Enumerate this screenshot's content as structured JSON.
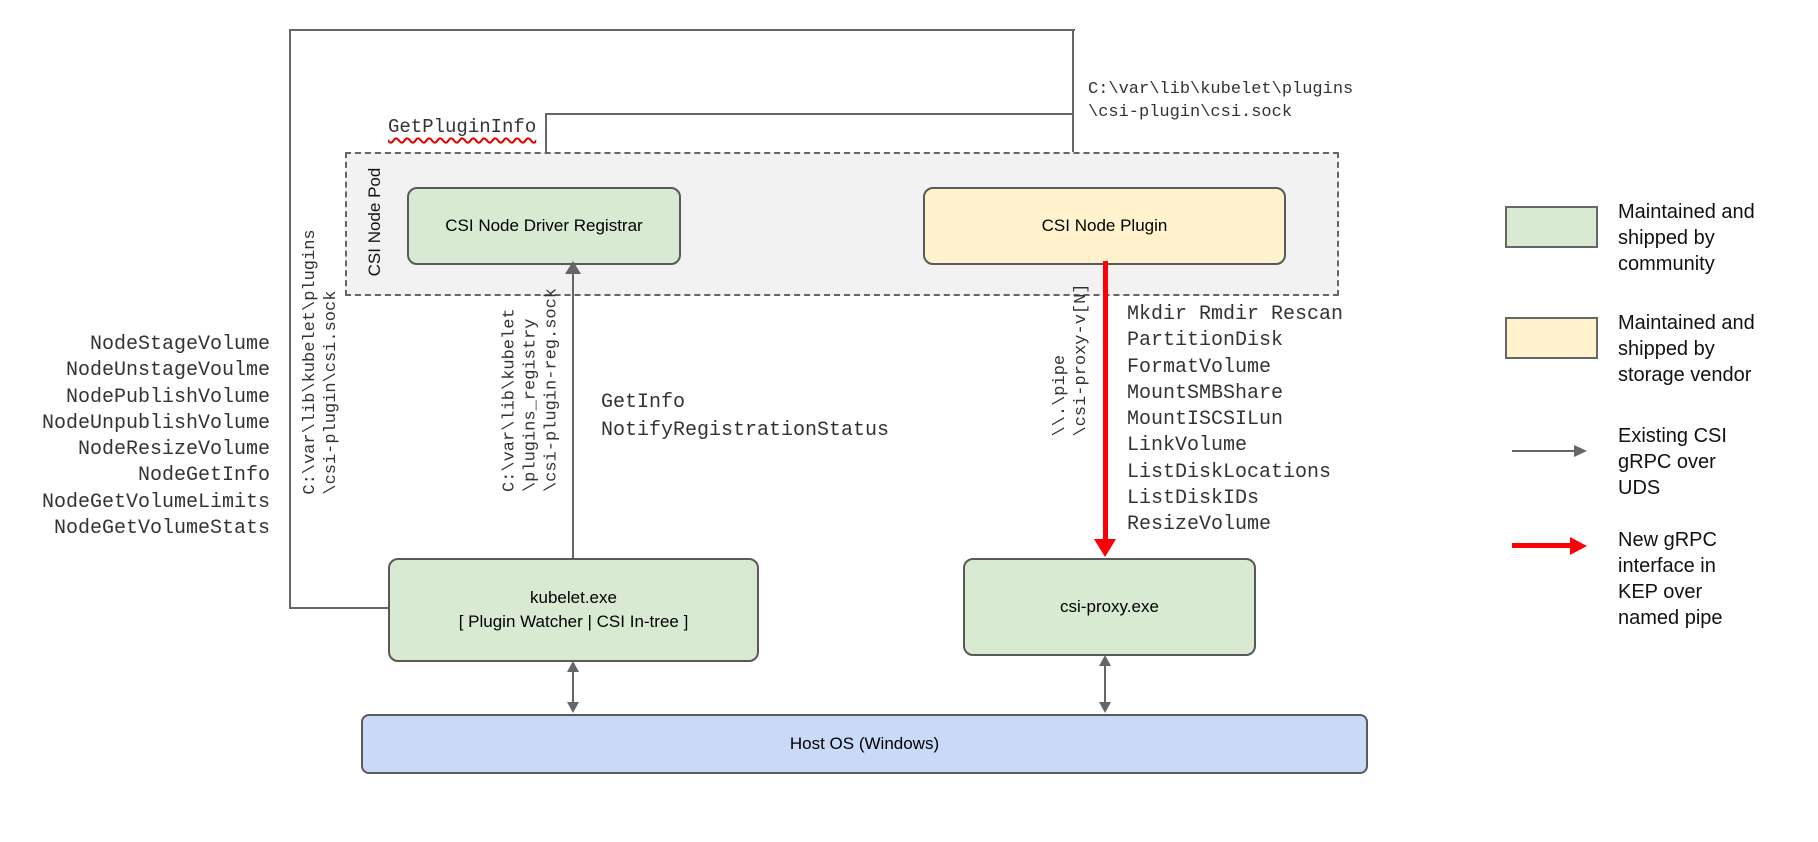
{
  "diagram": {
    "pod": {
      "label": "CSI Node Pod"
    },
    "boxes": {
      "registrar": {
        "label": "CSI Node Driver Registrar"
      },
      "plugin": {
        "label": "CSI Node Plugin"
      },
      "kubelet": {
        "label": "kubelet.exe\n[ Plugin Watcher | CSI In-tree ]"
      },
      "csi_proxy": {
        "label": "csi-proxy.exe"
      },
      "host_os": {
        "label": "Host OS (Windows)"
      }
    },
    "labels": {
      "get_plugin_info": "GetPluginInfo",
      "plugin_socket_path": "C:\\var\\lib\\kubelet\\plugins\n\\csi-plugin\\csi.sock",
      "plugin_socket_path_vertical": "C:\\var\\lib\\kubelet\\plugins\n\\csi-plugin\\csi.sock",
      "registration_socket_path": "C:\\var\\lib\\kubelet\n\\plugins_registry\n\\csi-plugin-reg.sock",
      "named_pipe_path": "\\\\.\\pipe\n\\csi-proxy-v[N]",
      "registration_calls": "GetInfo\nNotifyRegistrationStatus"
    },
    "node_methods": [
      "NodeStageVolume",
      "NodeUnstageVoulme",
      "NodePublishVolume",
      "NodeUnpublishVolume",
      "NodeResizeVolume",
      "NodeGetInfo",
      "NodeGetVolumeLimits",
      "NodeGetVolumeStats"
    ],
    "proxy_methods": [
      "Mkdir Rmdir Rescan",
      "PartitionDisk",
      "FormatVolume",
      "MountSMBShare",
      "MountISCSILun",
      "LinkVolume",
      "ListDiskLocations",
      "ListDiskIDs",
      "ResizeVolume"
    ]
  },
  "legend": {
    "community": "Maintained and\nshipped by\ncommunity",
    "vendor": "Maintained and\nshipped by\nstorage vendor",
    "uds": "Existing CSI\ngRPC over\nUDS",
    "named_pipe": "New gRPC\ninterface in\nKEP over\nnamed pipe"
  },
  "colors": {
    "community_green": "#d9ead3",
    "vendor_yellow": "#fff2cc",
    "host_blue": "#c9daf8",
    "pod_gray": "#f2f2f2",
    "line_gray": "#666666",
    "new_grpc_red": "#fb0007"
  }
}
